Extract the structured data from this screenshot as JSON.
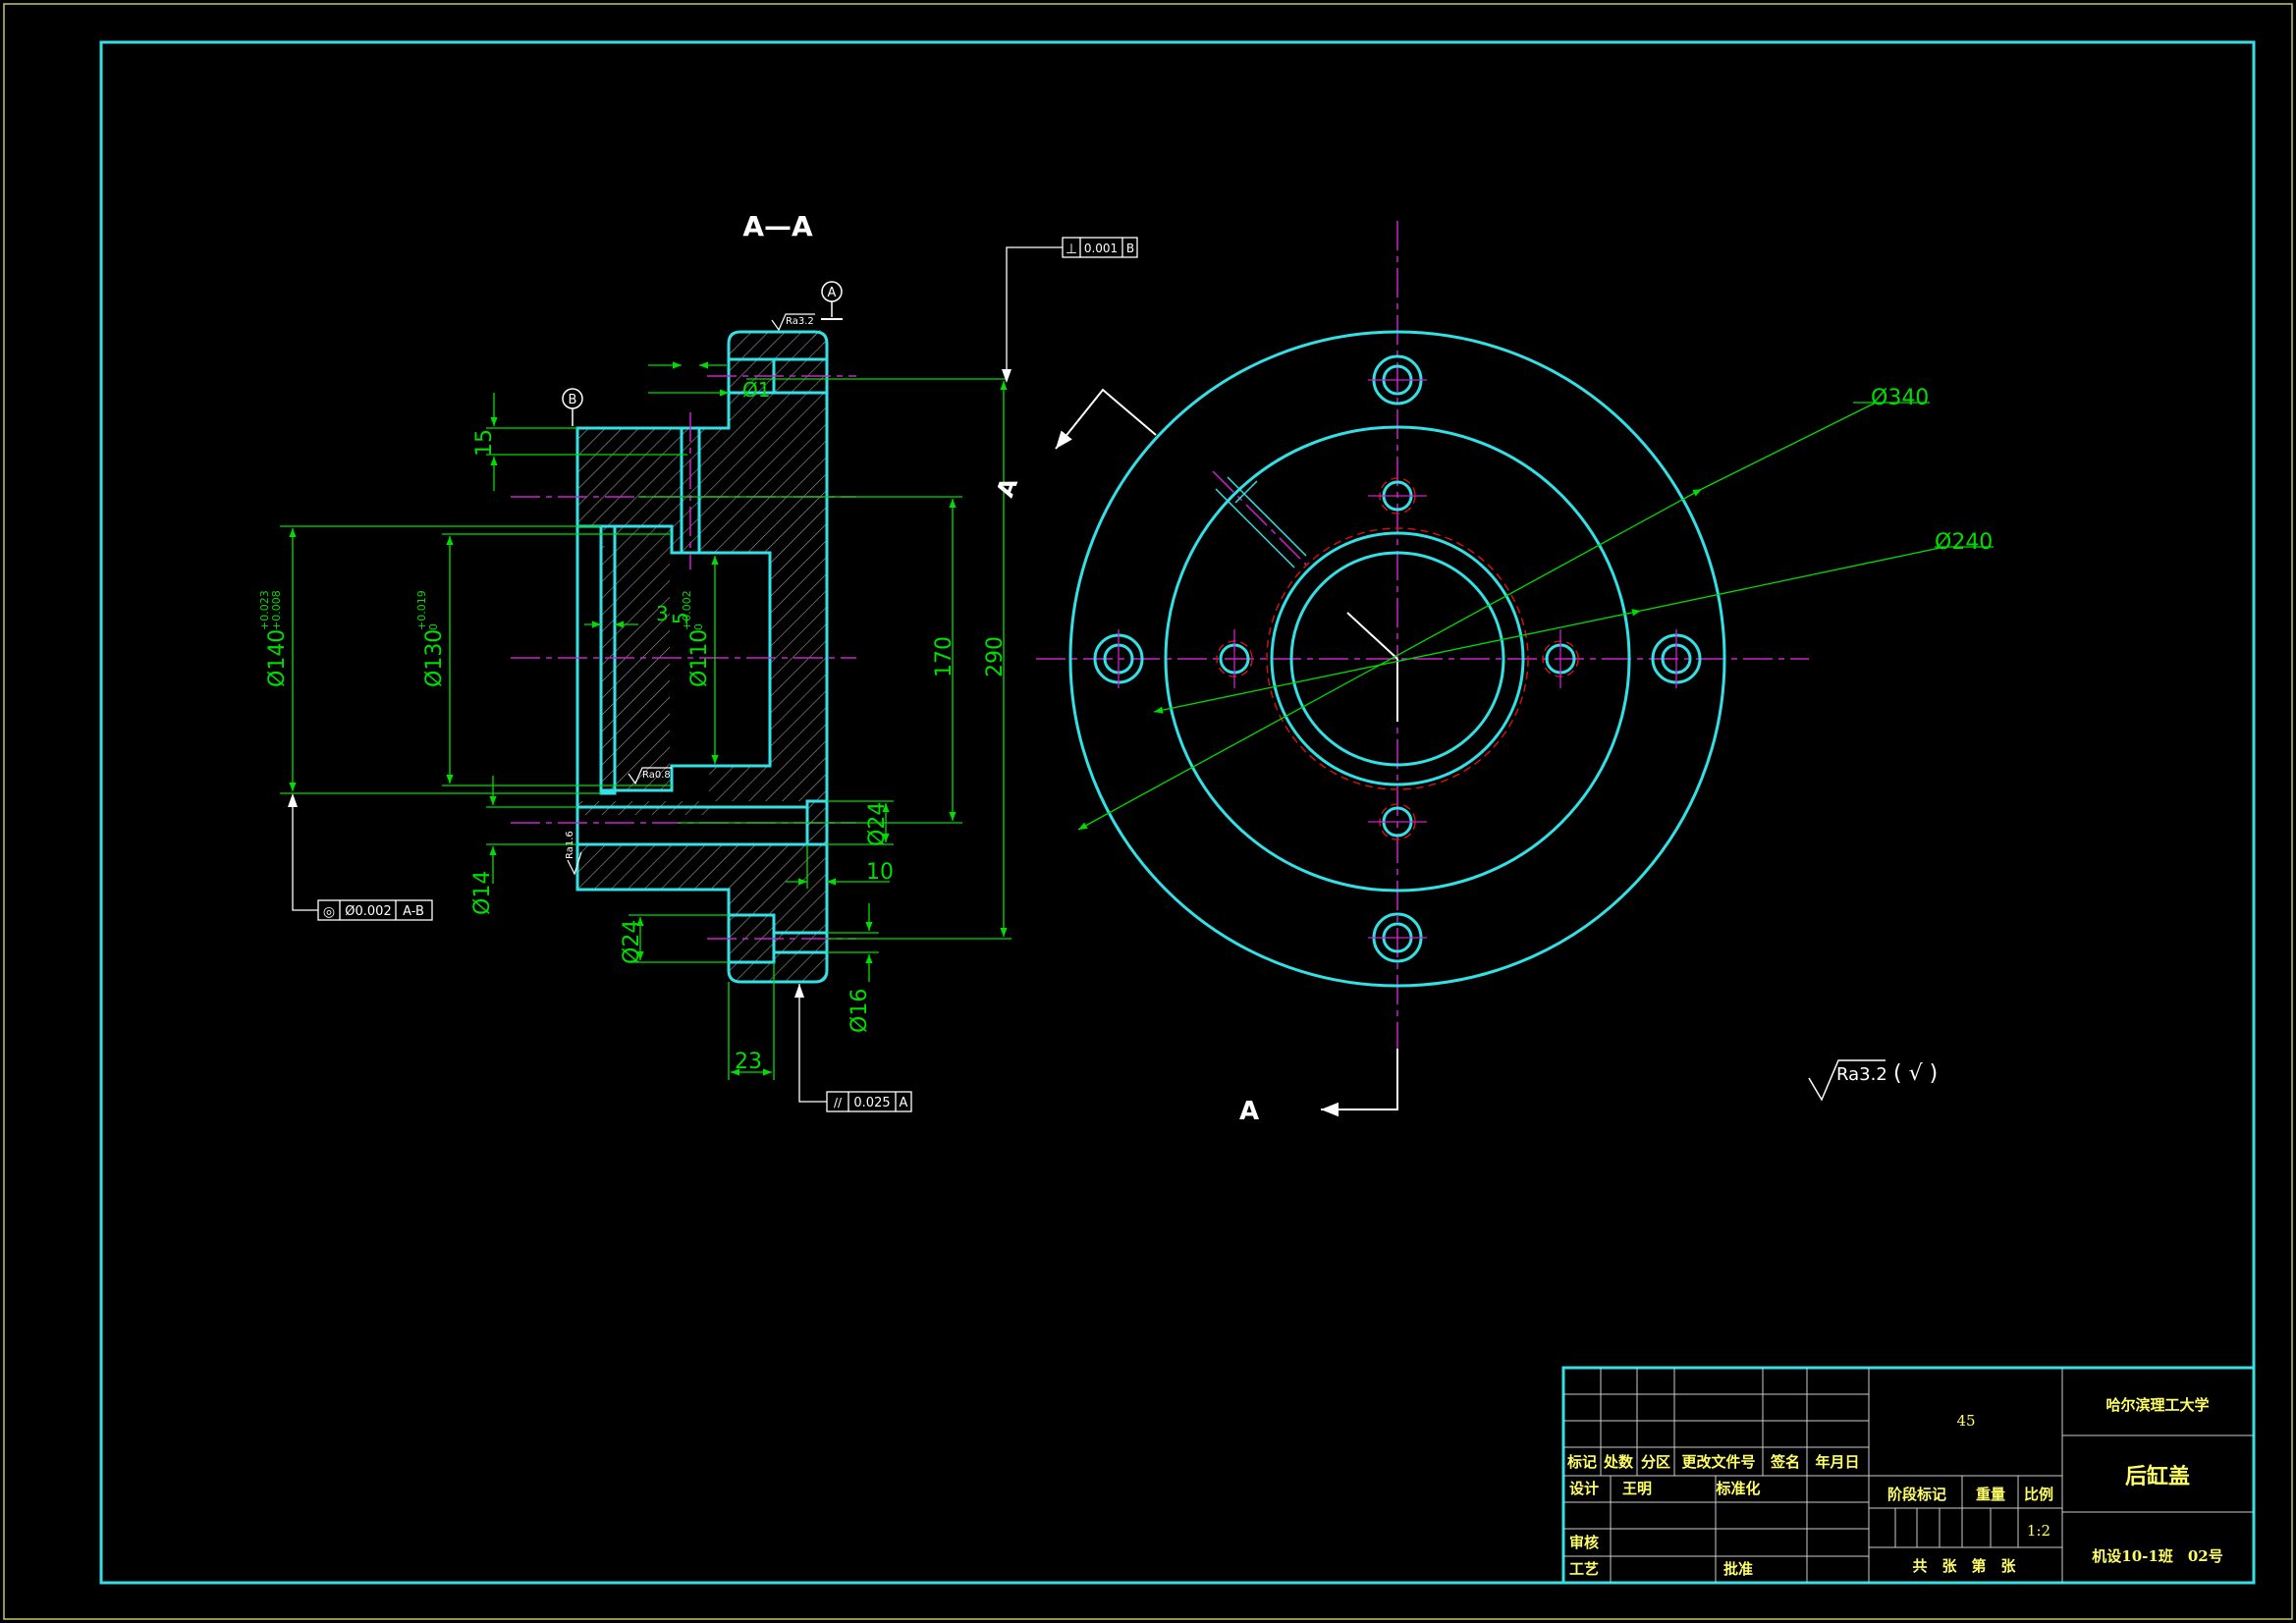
{
  "colors": {
    "background": "#000000",
    "outline": "#33e0e6",
    "dimension": "#00dd00",
    "centerline": "#cc22cc",
    "hidden": "#d01010",
    "hatch": "#bfbfbf",
    "white": "#ffffff",
    "text_yellow": "#ffff66",
    "title_grid": "#cccccc"
  },
  "section_view": {
    "label": "A—A",
    "datum_a": "A",
    "datum_b": "B",
    "surface_top": "Ra3.2",
    "surface_inner": "Ra0.8",
    "surface_left": "Ra1.6",
    "dims": {
      "d140": "Ø140",
      "d140_tol_up": "+0.023",
      "d140_tol_low": "+0.008",
      "d130": "Ø130",
      "d130_tol_up": "+0.019",
      "d130_tol_low": "0",
      "d110": "Ø110",
      "d110_tol_up": "+0.002",
      "d110_tol_low": "0",
      "d1": "Ø1",
      "v15": "15",
      "v3": "3",
      "v5": "5",
      "v170": "170",
      "v290": "290",
      "d24a": "Ø24",
      "d24b": "Ø24",
      "v10": "10",
      "d14": "Ø14",
      "d16": "Ø16",
      "v23": "23"
    },
    "fcf_perp": {
      "symbol": "⊥",
      "tol": "0.001",
      "datum": "B"
    },
    "fcf_conc": {
      "symbol": "◎",
      "tol": "Ø0.002",
      "datum": "A-B"
    },
    "fcf_par": {
      "symbol": "//",
      "tol": "0.025",
      "datum": "A"
    }
  },
  "front_view": {
    "d340": "Ø340",
    "d240": "Ø240",
    "section_mark_right": "A",
    "section_mark_bottom": "A"
  },
  "surface_note": {
    "text": "Ra3.2",
    "suffix": "( √ )"
  },
  "title_block": {
    "headers": [
      "标记",
      "处数",
      "分区",
      "更改文件号",
      "签名",
      "年月日"
    ],
    "design_label": "设计",
    "designer": "王明",
    "standard_label": "标准化",
    "review_label": "审核",
    "process_label": "工艺",
    "approve_label": "批准",
    "material": "45",
    "stage_label": "阶段标记",
    "weight_label": "重量",
    "scale_label": "比例",
    "scale": "1:2",
    "sheets": "共　张　第　张",
    "school": "哈尔滨理工大学",
    "part_name": "后缸盖",
    "drawing_no": "机设10-1班　02号"
  }
}
